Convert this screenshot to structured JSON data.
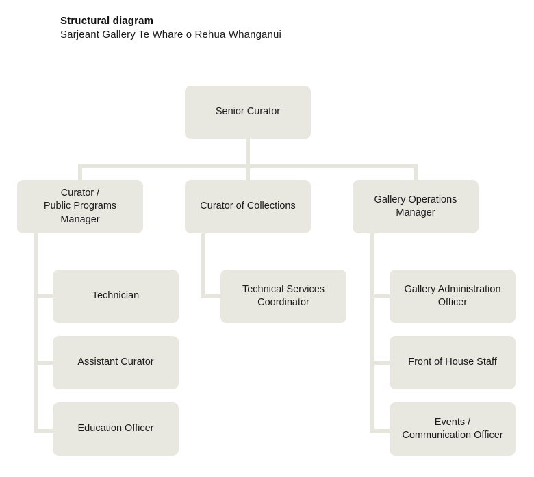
{
  "header": {
    "title": "Structural diagram",
    "subtitle": "Sarjeant Gallery Te Whare o Rehua Whanganui"
  },
  "theme": {
    "background": "#ffffff",
    "node_fill": "#e8e7e0",
    "connector_color": "#e6e5de",
    "text_color": "#1b1b1b"
  },
  "chart_data": {
    "type": "diagram",
    "diagram_type": "organizational-chart",
    "orientation": "top-down",
    "title": "Structural diagram",
    "subtitle": "Sarjeant Gallery Te Whare o Rehua Whanganui",
    "levels": 3,
    "nodes": [
      {
        "id": "senior-curator",
        "label": "Senior Curator",
        "level": 1,
        "parent": null
      },
      {
        "id": "curator-public-programs-manager",
        "label": "Curator /\nPublic Programs\nManager",
        "level": 2,
        "parent": "senior-curator"
      },
      {
        "id": "curator-of-collections",
        "label": "Curator of Collections",
        "level": 2,
        "parent": "senior-curator"
      },
      {
        "id": "gallery-operations-manager",
        "label": "Gallery Operations\nManager",
        "level": 2,
        "parent": "senior-curator"
      },
      {
        "id": "technician",
        "label": "Technician",
        "level": 3,
        "parent": "curator-public-programs-manager"
      },
      {
        "id": "assistant-curator",
        "label": "Assistant Curator",
        "level": 3,
        "parent": "curator-public-programs-manager"
      },
      {
        "id": "education-officer",
        "label": "Education Officer",
        "level": 3,
        "parent": "curator-public-programs-manager"
      },
      {
        "id": "technical-services-coordinator",
        "label": "Technical Services\nCoordinator",
        "level": 3,
        "parent": "curator-of-collections"
      },
      {
        "id": "gallery-administration-officer",
        "label": "Gallery Administration\nOfficer",
        "level": 3,
        "parent": "gallery-operations-manager"
      },
      {
        "id": "front-of-house-staff",
        "label": "Front of House Staff",
        "level": 3,
        "parent": "gallery-operations-manager"
      },
      {
        "id": "events-communication-officer",
        "label": "Events /\nCommunication Officer",
        "level": 3,
        "parent": "gallery-operations-manager"
      }
    ],
    "edges": [
      {
        "from": "senior-curator",
        "to": "curator-public-programs-manager"
      },
      {
        "from": "senior-curator",
        "to": "curator-of-collections"
      },
      {
        "from": "senior-curator",
        "to": "gallery-operations-manager"
      },
      {
        "from": "curator-public-programs-manager",
        "to": "technician"
      },
      {
        "from": "curator-public-programs-manager",
        "to": "assistant-curator"
      },
      {
        "from": "curator-public-programs-manager",
        "to": "education-officer"
      },
      {
        "from": "curator-of-collections",
        "to": "technical-services-coordinator"
      },
      {
        "from": "gallery-operations-manager",
        "to": "gallery-administration-officer"
      },
      {
        "from": "gallery-operations-manager",
        "to": "front-of-house-staff"
      },
      {
        "from": "gallery-operations-manager",
        "to": "events-communication-officer"
      }
    ]
  }
}
